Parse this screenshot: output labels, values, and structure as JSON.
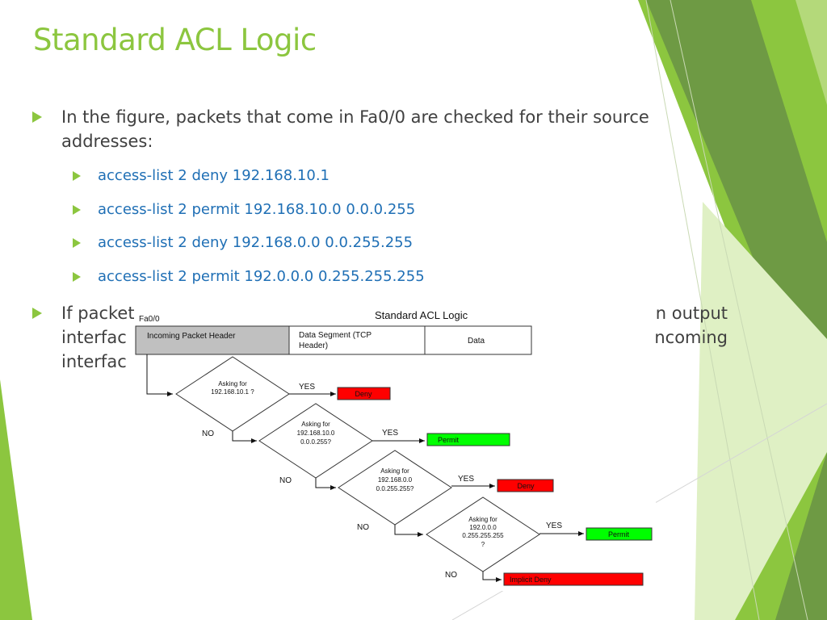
{
  "slide": {
    "title": "Standard ACL Logic",
    "bullets": [
      {
        "text_line1": "In the figure, packets that come in Fa0/0 are checked for their source",
        "text_line2": "addresses:"
      }
    ],
    "sub_bullets": [
      "access-list 2 deny 192.168.10.1",
      "access-list 2 permit 192.168.10.0 0.0.0.255",
      "access-list 2 deny 192.168.0.0 0.0.255.255",
      "access-list 2 permit 192.0.0.0 0.255.255.255"
    ],
    "bullet2": {
      "line1_start": "If packet",
      "line1_end": "an output",
      "line2_start": "interfac",
      "line2_end": "e incoming",
      "line3_start": "interfac"
    }
  },
  "figure": {
    "title": "Standard ACL Logic",
    "interface_label": "Fa0/0",
    "header_cells": [
      "Incoming Packet Header",
      "Data Segment (TCP",
      "Header)",
      "Data"
    ],
    "decisions": [
      {
        "lines": [
          "Asking for",
          "192.168.10.1 ?"
        ],
        "yes_label": "YES",
        "no_label": "NO",
        "action": "Deny"
      },
      {
        "lines": [
          "Asking for",
          "192.168.10.0",
          "0.0.0.255?"
        ],
        "yes_label": "YES",
        "no_label": "NO",
        "action": "Permit"
      },
      {
        "lines": [
          "Asking for",
          "192.168.0.0",
          "0.0.255.255?"
        ],
        "yes_label": "YES",
        "no_label": "NO",
        "action": "Deny"
      },
      {
        "lines": [
          "Asking for",
          "192.0.0.0",
          "0.255.255.255",
          "?"
        ],
        "yes_label": "YES",
        "no_label": "NO",
        "action": "Permit"
      }
    ],
    "final_action": "Implicit Deny",
    "colors": {
      "deny": "#ff0000",
      "permit": "#00ff00",
      "header_gray": "#c0c0c0"
    }
  },
  "theme": {
    "accent": "#8cc63f",
    "sub_text": "#1f6fb5",
    "body_text": "#404040"
  }
}
